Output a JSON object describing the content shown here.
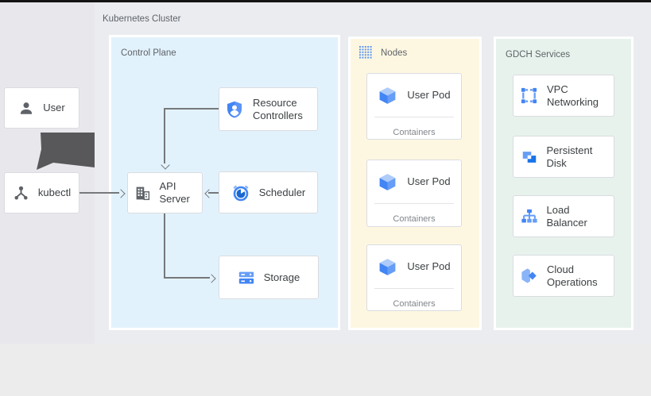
{
  "cluster": {
    "label": "Kubernetes Cluster"
  },
  "actors": {
    "user": "User",
    "kubectl": "kubectl"
  },
  "control_plane": {
    "label": "Control Plane",
    "resource_controllers": "Resource Controllers",
    "api_server": "API Server",
    "scheduler": "Scheduler",
    "storage": "Storage"
  },
  "nodes": {
    "label": "Nodes",
    "pods": [
      {
        "label": "User Pod",
        "sublabel": "Containers"
      },
      {
        "label": "User Pod",
        "sublabel": "Containers"
      },
      {
        "label": "User Pod",
        "sublabel": "Containers"
      }
    ]
  },
  "gdch": {
    "label": "GDCH Services",
    "services": [
      {
        "label": "VPC Networking"
      },
      {
        "label": "Persistent Disk"
      },
      {
        "label": "Load Balancer"
      },
      {
        "label": "Cloud Operations"
      }
    ]
  },
  "colors": {
    "accent_blue": "#4285f4",
    "accent_blue_light": "#669df6",
    "accent_blue_dark": "#1967d2",
    "icon_gray": "#5f6368",
    "panel_blue": "#e2f2fc",
    "panel_yellow": "#fdf7e2",
    "panel_green": "#e7f2ec",
    "arrow_gray": "#76787b",
    "thick_arrow_gray": "#58585b"
  }
}
